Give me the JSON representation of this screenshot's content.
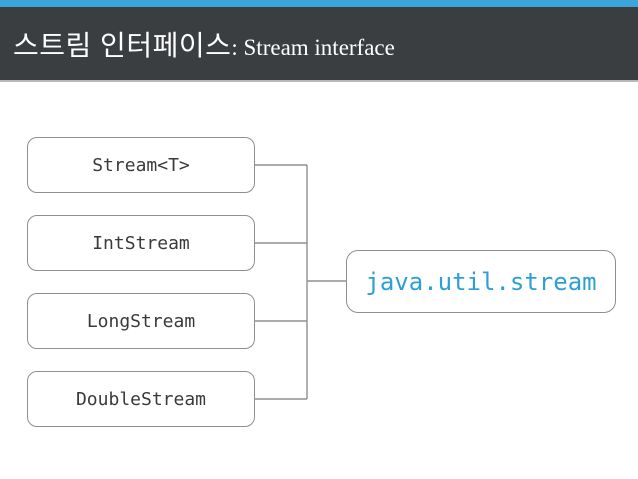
{
  "header": {
    "title_korean": "스트림 인터페이스",
    "title_english": ": Stream interface"
  },
  "diagram": {
    "interfaces": [
      {
        "label": "Stream<T>"
      },
      {
        "label": "IntStream"
      },
      {
        "label": "LongStream"
      },
      {
        "label": "DoubleStream"
      }
    ],
    "package": {
      "label": "java.util.stream"
    }
  },
  "colors": {
    "accent_bar": "#3BA5DA",
    "header_bg": "#3A3E41",
    "header_text": "#FFFFFF",
    "header_rule": "#B9B9B9",
    "box_border": "#8F8F8F",
    "box_text": "#3A3A3A",
    "connector": "#8F8F8F",
    "package_text": "#2E9FD5",
    "background": "#FFFFFF"
  }
}
